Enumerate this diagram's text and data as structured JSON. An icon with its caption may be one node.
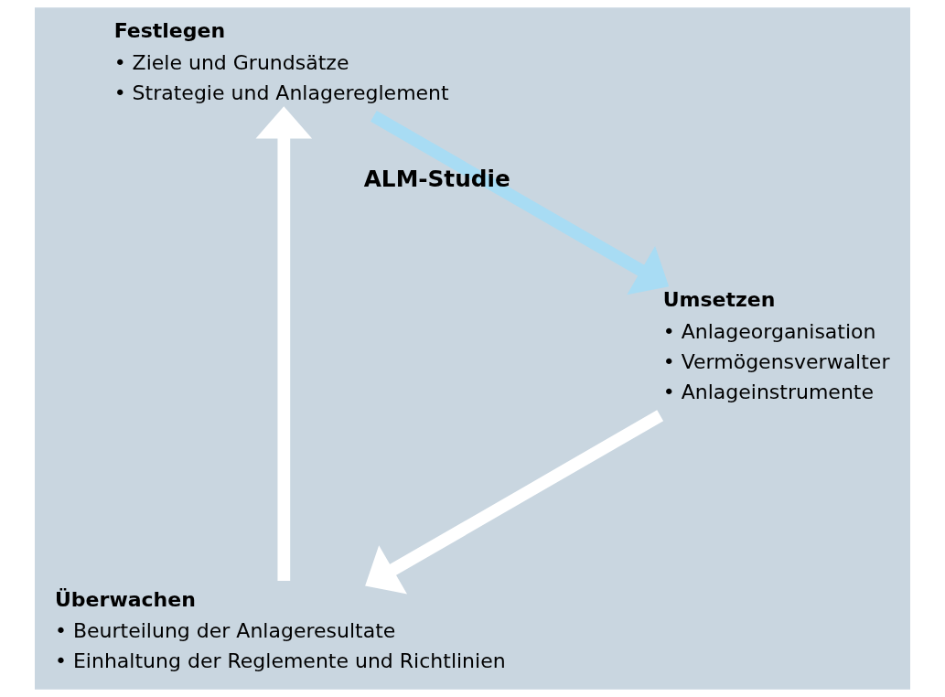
{
  "diagram": {
    "nodes": [
      {
        "text": [
          "Überwachen",
          "• Beurteilung der Anlageresultate",
          "• Einhaltung der Reglemente und Richtlinien"
        ]
      },
      {
        "text": [
          "Festlegen",
          "• Ziele und Grundsätze",
          "• Strategie und Anlagereglement"
        ]
      },
      {
        "text": [
          "Umsetzen",
          "• Anlageorganisation",
          "• Vermögensverwalter",
          "• Anlageinstrumente"
        ]
      }
    ],
    "edges": [
      {
        "from": 0,
        "to": 1,
        "arrow": "to"
      },
      {
        "from": 1,
        "to": 2,
        "arrow": "to",
        "label": "ALM-Studie",
        "color": "#a8dcf4"
      },
      {
        "from": 2,
        "to": 0,
        "arrow": "to"
      }
    ]
  }
}
